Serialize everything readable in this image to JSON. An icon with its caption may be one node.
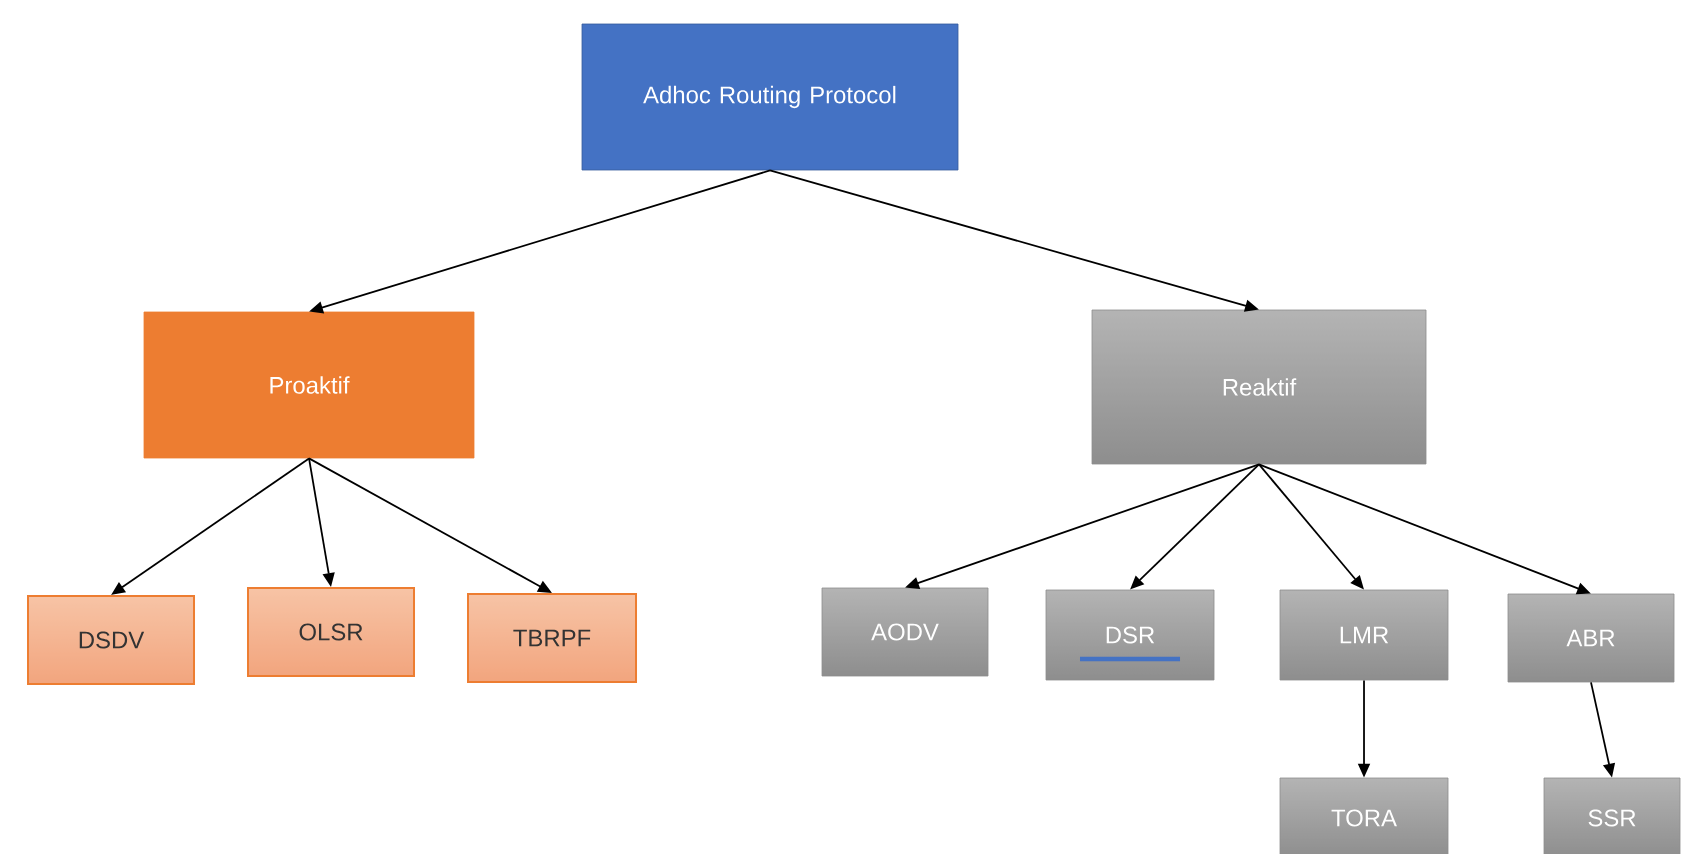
{
  "diagram": {
    "nodes": [
      {
        "text": [
          "Adhoc Routing Protocol"
        ]
      },
      {
        "text": [
          "Proaktif"
        ]
      },
      {
        "text": [
          "Reaktif"
        ]
      },
      {
        "text": [
          "DSDV"
        ]
      },
      {
        "text": [
          "OLSR"
        ]
      },
      {
        "text": [
          "TBRPF"
        ]
      },
      {
        "text": [
          "AODV"
        ]
      },
      {
        "text": [
          "DSR"
        ]
      },
      {
        "text": [
          "LMR"
        ]
      },
      {
        "text": [
          "ABR"
        ]
      },
      {
        "text": [
          "TORA"
        ]
      },
      {
        "text": [
          "SSR"
        ]
      }
    ],
    "edges": [
      {
        "from": 0,
        "to": 1,
        "arrow": "to"
      },
      {
        "from": 0,
        "to": 2,
        "arrow": "to"
      },
      {
        "from": 1,
        "to": 3,
        "arrow": "to"
      },
      {
        "from": 1,
        "to": 4,
        "arrow": "to"
      },
      {
        "from": 1,
        "to": 5,
        "arrow": "to"
      },
      {
        "from": 2,
        "to": 6,
        "arrow": "to"
      },
      {
        "from": 2,
        "to": 7,
        "arrow": "to"
      },
      {
        "from": 2,
        "to": 8,
        "arrow": "to"
      },
      {
        "from": 2,
        "to": 9,
        "arrow": "to"
      },
      {
        "from": 8,
        "to": 10,
        "arrow": "to"
      },
      {
        "from": 9,
        "to": 11,
        "arrow": "to"
      }
    ]
  }
}
